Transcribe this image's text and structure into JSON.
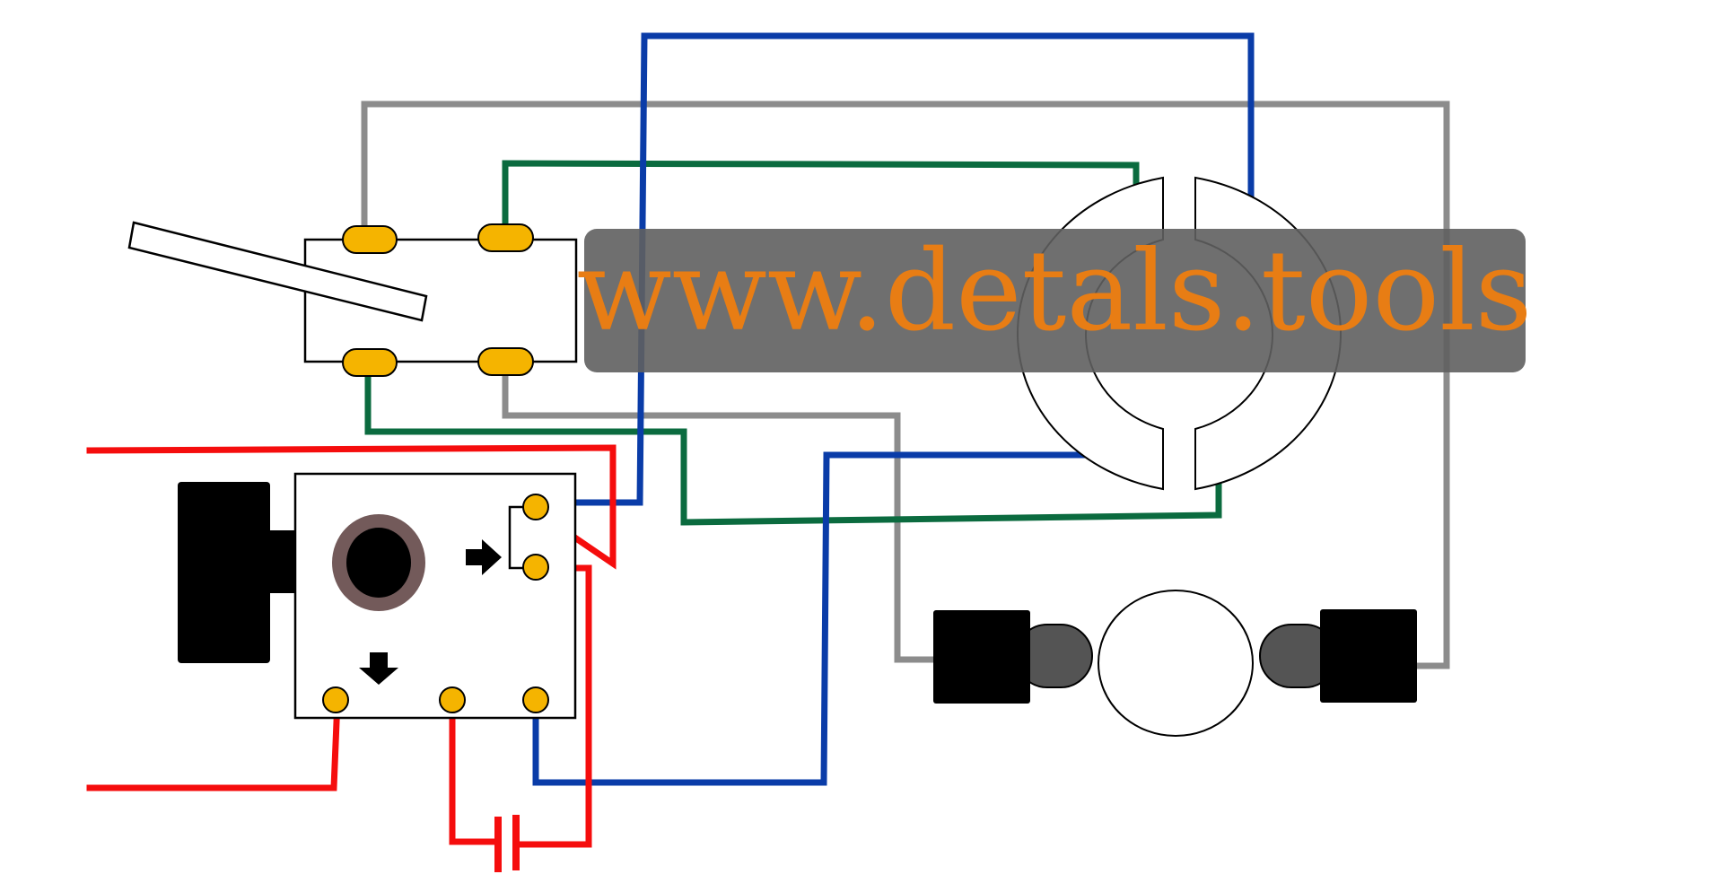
{
  "watermark": {
    "text": "www.detals.tools",
    "text_color": "#e87d14",
    "box_color": "#5f5f5f"
  },
  "colors": {
    "wire_red": "#f50d0d",
    "wire_blue": "#0a3ca8",
    "wire_green": "#0b6b3f",
    "wire_gray": "#8c8c8c",
    "terminal_fill": "#f5b400",
    "knob_ring": "#735a5a"
  },
  "components": {
    "toggle_switch": "toggle-switch",
    "relay": "start-relay",
    "capacitor": "capacitor",
    "motor_stator": "motor-stator",
    "brushes": "motor-brushes"
  }
}
